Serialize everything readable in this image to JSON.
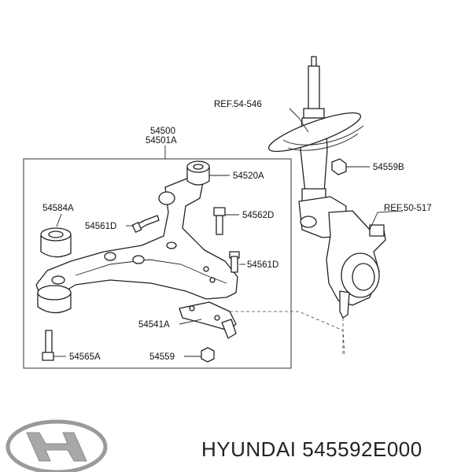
{
  "labels": {
    "ref_546": "REF.54-546",
    "ref_517": "REF.50-517",
    "p54500": "54500",
    "p54501a": "54501A",
    "p54520a": "54520A",
    "p54559b": "54559B",
    "p54584a": "54584A",
    "p54561d_left": "54561D",
    "p54562d": "54562D",
    "p54561d_right": "54561D",
    "p54541a": "54541A",
    "p54565a": "54565A",
    "p54559": "54559"
  },
  "footer": {
    "brand_text": "HYUNDAI 545592E000",
    "logo": "hyundai-logo"
  }
}
